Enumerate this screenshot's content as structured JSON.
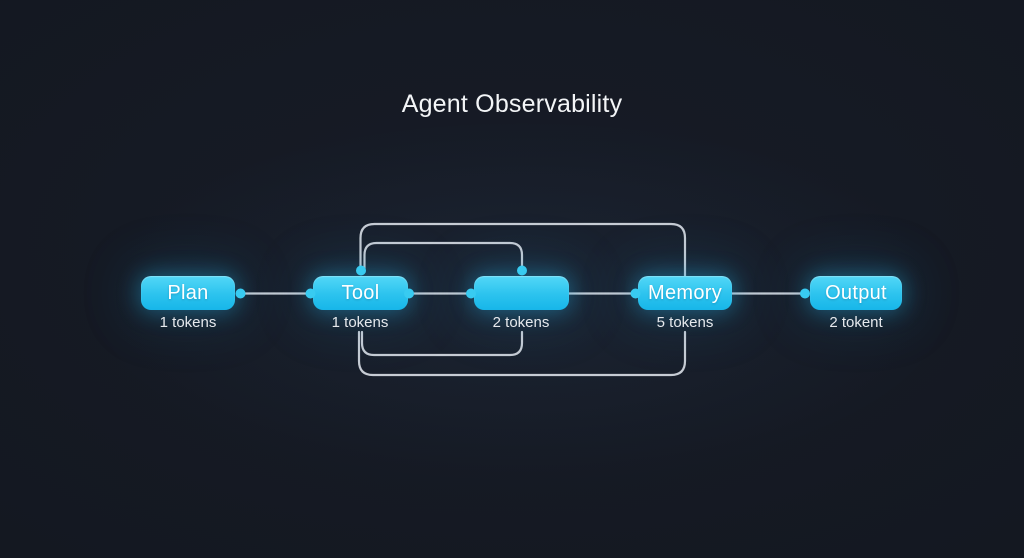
{
  "title": "Agent Observability",
  "nodes": [
    {
      "id": "plan",
      "label": "Plan",
      "tokens": "1 tokens"
    },
    {
      "id": "tool",
      "label": "Tool",
      "tokens": "1 tokens"
    },
    {
      "id": "middle",
      "label": "",
      "tokens": "2 tokens"
    },
    {
      "id": "memory",
      "label": "Memory",
      "tokens": "5 tokens"
    },
    {
      "id": "output",
      "label": "Output",
      "tokens": "2 tokent"
    }
  ],
  "colors": {
    "background": "#141821",
    "node_gradient_top": "#52d7f7",
    "node_gradient_bottom": "#17b6e9",
    "edge_line": "#c7ccd4",
    "port": "#38cbf1",
    "title_text": "#f3f5f7",
    "token_text": "#e6e9ed",
    "node_text": "#ffffff"
  }
}
